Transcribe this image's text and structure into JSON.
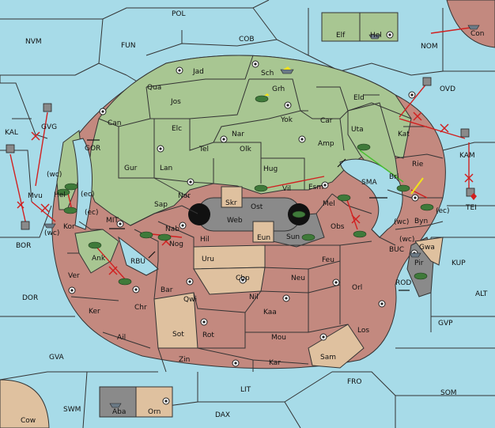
{
  "colors": {
    "sea": "#a7dbe8",
    "green": "#a8c692",
    "red": "#c3897f",
    "tan": "#dfc19f",
    "grey": "#8a8a8a",
    "black": "#111111",
    "arrow_red": "#d12020",
    "arrow_green": "#49c02f",
    "arrow_yellow": "#f2e21a"
  },
  "sea_labels": [
    "POL",
    "COB",
    "FUN",
    "NVM",
    "NOM",
    "OVD",
    "KAL",
    "GOR",
    "BOR",
    "MIT",
    "RBU",
    "SMA",
    "BUC",
    "KUP",
    "ROD",
    "DOR",
    "ALT",
    "GVP",
    "GVA",
    "FRO",
    "SOM",
    "LIT",
    "SWM",
    "DAX",
    "Cow",
    "Con",
    "Elf",
    "Hel",
    "Aba",
    "Orn"
  ],
  "land_labels": [
    "Jad",
    "Sch",
    "Qua",
    "Grh",
    "Jos",
    "Eld",
    "Can",
    "Yok",
    "Car",
    "Elc",
    "Nar",
    "Uta",
    "Kat",
    "Tel",
    "Olk",
    "Amp",
    "Gur",
    "Lan",
    "Hug",
    "Rie",
    "Esm",
    "Vil",
    "Nor",
    "Skr",
    "Ost",
    "Mel",
    "Brl",
    "Sap",
    "Web",
    "Obs",
    "Byn",
    "Nab",
    "Eun",
    "Sun",
    "Hil",
    "Nog",
    "Gwa",
    "Uru",
    "Feu",
    "Pir",
    "Chp",
    "Neu",
    "Orl",
    "Bar",
    "Qwi",
    "Nil",
    "Chr",
    "Ker",
    "Kaa",
    "Sot",
    "Rot",
    "Mou",
    "Los",
    "Sam",
    "Zin",
    "Kar",
    "Ail",
    "Ver",
    "Kor",
    "Ank",
    "Hel",
    "Mvu",
    "GVG",
    "KAM",
    "TEI"
  ],
  "coast_labels": [
    "(wc)",
    "(ec)",
    "(wc)",
    "(ec)",
    "(wc)",
    "(wc)",
    "(ec)"
  ],
  "unit_types": {
    "army": "tank-icon",
    "fleet": "ship-icon"
  }
}
